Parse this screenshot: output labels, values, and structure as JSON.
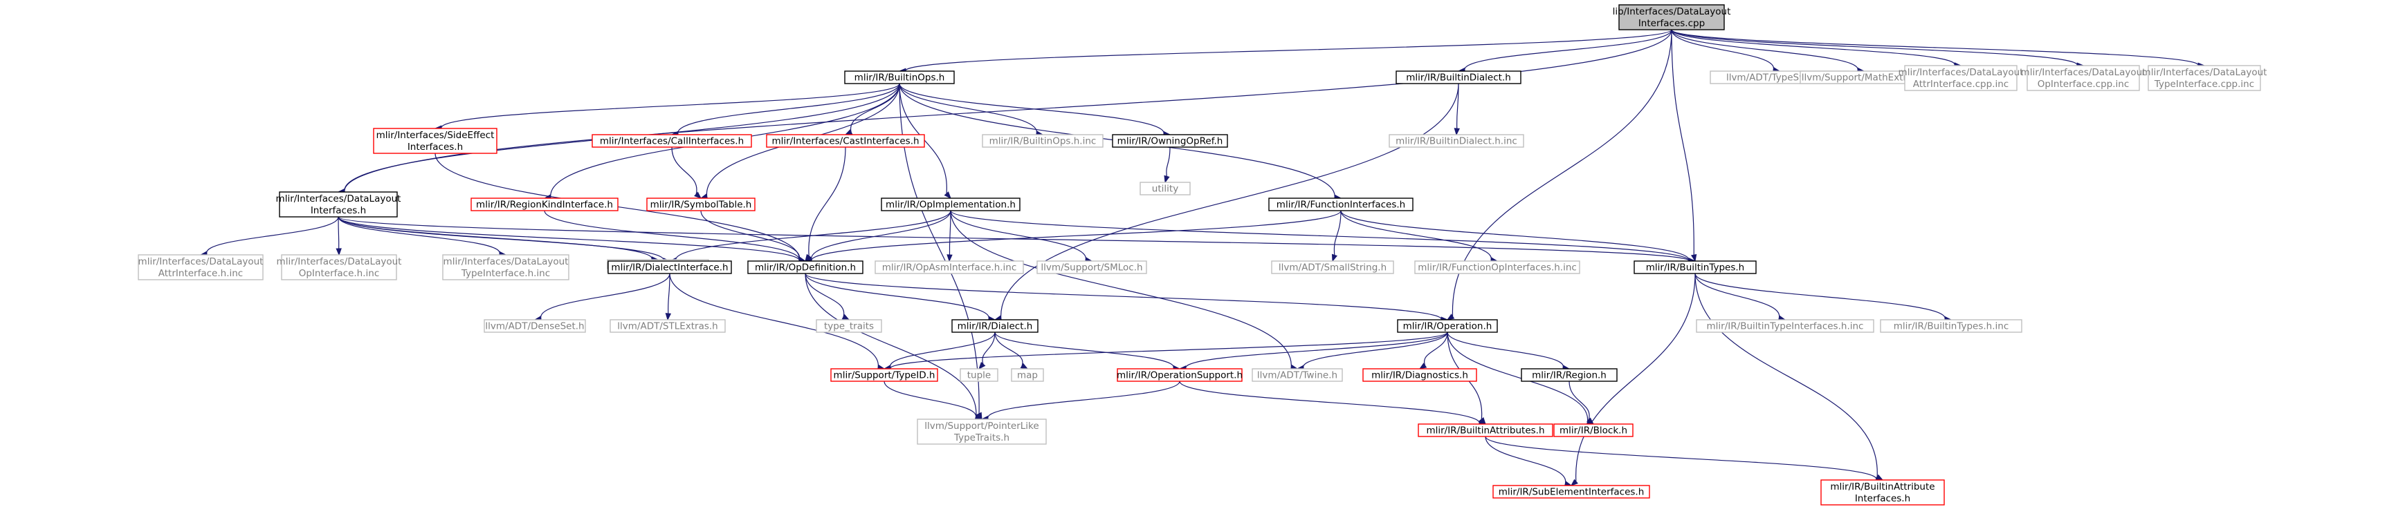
{
  "graph": {
    "nodes": [
      {
        "id": "root",
        "lines": [
          "lib/Interfaces/DataLayout",
          "Interfaces.cpp"
        ],
        "style": "root"
      },
      {
        "id": "builtinops",
        "lines": [
          "mlir/IR/BuiltinOps.h"
        ],
        "style": "black"
      },
      {
        "id": "builtindialect",
        "lines": [
          "mlir/IR/BuiltinDialect.h"
        ],
        "style": "black"
      },
      {
        "id": "typeswitch",
        "lines": [
          "llvm/ADT/TypeSwitch.h"
        ],
        "style": "gray"
      },
      {
        "id": "mathextras",
        "lines": [
          "llvm/Support/MathExtras.h"
        ],
        "style": "gray"
      },
      {
        "id": "dlattrinc",
        "lines": [
          "mlir/Interfaces/DataLayout",
          "AttrInterface.cpp.inc"
        ],
        "style": "gray"
      },
      {
        "id": "dlopinc",
        "lines": [
          "mlir/Interfaces/DataLayout",
          "OpInterface.cpp.inc"
        ],
        "style": "gray"
      },
      {
        "id": "dltypeinc",
        "lines": [
          "mlir/Interfaces/DataLayout",
          "TypeInterface.cpp.inc"
        ],
        "style": "gray"
      },
      {
        "id": "sideeffect",
        "lines": [
          "mlir/Interfaces/SideEffect",
          "Interfaces.h"
        ],
        "style": "red"
      },
      {
        "id": "callif",
        "lines": [
          "mlir/Interfaces/CallInterfaces.h"
        ],
        "style": "red"
      },
      {
        "id": "castif",
        "lines": [
          "mlir/Interfaces/CastInterfaces.h"
        ],
        "style": "red"
      },
      {
        "id": "builtinopsinc",
        "lines": [
          "mlir/IR/BuiltinOps.h.inc"
        ],
        "style": "gray"
      },
      {
        "id": "owningop",
        "lines": [
          "mlir/IR/OwningOpRef.h"
        ],
        "style": "black"
      },
      {
        "id": "builtindialectinc",
        "lines": [
          "mlir/IR/BuiltinDialect.h.inc"
        ],
        "style": "gray"
      },
      {
        "id": "utility",
        "lines": [
          "utility"
        ],
        "style": "gray"
      },
      {
        "id": "dlif",
        "lines": [
          "mlir/Interfaces/DataLayout",
          "Interfaces.h"
        ],
        "style": "black"
      },
      {
        "id": "regionkind",
        "lines": [
          "mlir/IR/RegionKindInterface.h"
        ],
        "style": "red"
      },
      {
        "id": "symboltable",
        "lines": [
          "mlir/IR/SymbolTable.h"
        ],
        "style": "red"
      },
      {
        "id": "opimpl",
        "lines": [
          "mlir/IR/OpImplementation.h"
        ],
        "style": "black"
      },
      {
        "id": "funcif",
        "lines": [
          "mlir/IR/FunctionInterfaces.h"
        ],
        "style": "black"
      },
      {
        "id": "densemap",
        "lines": [
          "llvm/ADT/DenseMap.h"
        ],
        "style": "gray"
      },
      {
        "id": "dlattrhinc",
        "lines": [
          "mlir/Interfaces/DataLayout",
          "AttrInterface.h.inc"
        ],
        "style": "gray"
      },
      {
        "id": "dlophinc",
        "lines": [
          "mlir/Interfaces/DataLayout",
          "OpInterface.h.inc"
        ],
        "style": "gray"
      },
      {
        "id": "dltypehinc",
        "lines": [
          "mlir/Interfaces/DataLayout",
          "TypeInterface.h.inc"
        ],
        "style": "gray"
      },
      {
        "id": "dialectif",
        "lines": [
          "mlir/IR/DialectInterface.h"
        ],
        "style": "black"
      },
      {
        "id": "opdef",
        "lines": [
          "mlir/IR/OpDefinition.h"
        ],
        "style": "black"
      },
      {
        "id": "opasmif",
        "lines": [
          "mlir/IR/OpAsmInterface.h.inc"
        ],
        "style": "gray"
      },
      {
        "id": "smloc",
        "lines": [
          "llvm/Support/SMLoc.h"
        ],
        "style": "gray"
      },
      {
        "id": "smallstring",
        "lines": [
          "llvm/ADT/SmallString.h"
        ],
        "style": "gray"
      },
      {
        "id": "funcopinc",
        "lines": [
          "mlir/IR/FunctionOpInterfaces.h.inc"
        ],
        "style": "gray"
      },
      {
        "id": "builtintypes",
        "lines": [
          "mlir/IR/BuiltinTypes.h"
        ],
        "style": "black"
      },
      {
        "id": "builtintypeif",
        "lines": [
          "mlir/IR/BuiltinTypeInterfaces.h.inc"
        ],
        "style": "gray"
      },
      {
        "id": "builtintypesinc",
        "lines": [
          "mlir/IR/BuiltinTypes.h.inc"
        ],
        "style": "gray"
      },
      {
        "id": "denseset",
        "lines": [
          "llvm/ADT/DenseSet.h"
        ],
        "style": "gray"
      },
      {
        "id": "stlextras",
        "lines": [
          "llvm/ADT/STLExtras.h"
        ],
        "style": "gray"
      },
      {
        "id": "typetraits",
        "lines": [
          "type_traits"
        ],
        "style": "gray"
      },
      {
        "id": "dialect",
        "lines": [
          "mlir/IR/Dialect.h"
        ],
        "style": "black"
      },
      {
        "id": "operation",
        "lines": [
          "mlir/IR/Operation.h"
        ],
        "style": "black"
      },
      {
        "id": "tuple",
        "lines": [
          "tuple"
        ],
        "style": "gray"
      },
      {
        "id": "map",
        "lines": [
          "map"
        ],
        "style": "gray"
      },
      {
        "id": "typeid",
        "lines": [
          "mlir/Support/TypeID.h"
        ],
        "style": "red"
      },
      {
        "id": "opsupport",
        "lines": [
          "mlir/IR/OperationSupport.h"
        ],
        "style": "red"
      },
      {
        "id": "twine",
        "lines": [
          "llvm/ADT/Twine.h"
        ],
        "style": "gray"
      },
      {
        "id": "diagnostics",
        "lines": [
          "mlir/IR/Diagnostics.h"
        ],
        "style": "red"
      },
      {
        "id": "region",
        "lines": [
          "mlir/IR/Region.h"
        ],
        "style": "black"
      },
      {
        "id": "pointerlike",
        "lines": [
          "llvm/Support/PointerLike",
          "TypeTraits.h"
        ],
        "style": "gray"
      },
      {
        "id": "builtinattrs",
        "lines": [
          "mlir/IR/BuiltinAttributes.h"
        ],
        "style": "red"
      },
      {
        "id": "block",
        "lines": [
          "mlir/IR/Block.h"
        ],
        "style": "red"
      },
      {
        "id": "subelement",
        "lines": [
          "mlir/IR/SubElementInterfaces.h"
        ],
        "style": "red"
      },
      {
        "id": "builtinattrif",
        "lines": [
          "mlir/IR/BuiltinAttribute",
          "Interfaces.h"
        ],
        "style": "red"
      }
    ],
    "edges": [
      [
        "root",
        "builtinops"
      ],
      [
        "root",
        "builtindialect"
      ],
      [
        "root",
        "typeswitch"
      ],
      [
        "root",
        "mathextras"
      ],
      [
        "root",
        "dlattrinc"
      ],
      [
        "root",
        "dlopinc"
      ],
      [
        "root",
        "dltypeinc"
      ],
      [
        "root",
        "dlif"
      ],
      [
        "root",
        "builtintypes"
      ],
      [
        "root",
        "operation"
      ],
      [
        "builtinops",
        "sideeffect"
      ],
      [
        "builtinops",
        "callif"
      ],
      [
        "builtinops",
        "castif"
      ],
      [
        "builtinops",
        "builtinopsinc"
      ],
      [
        "builtinops",
        "owningop"
      ],
      [
        "builtinops",
        "dlif"
      ],
      [
        "builtinops",
        "regionkind"
      ],
      [
        "builtinops",
        "symboltable"
      ],
      [
        "builtinops",
        "opimpl"
      ],
      [
        "builtinops",
        "funcif"
      ],
      [
        "builtinops",
        "pointerlike"
      ],
      [
        "builtindialect",
        "builtindialectinc"
      ],
      [
        "builtindialect",
        "dialect"
      ],
      [
        "owningop",
        "utility"
      ],
      [
        "callif",
        "symboltable"
      ],
      [
        "castif",
        "opdef"
      ],
      [
        "sideeffect",
        "opdef"
      ],
      [
        "regionkind",
        "opdef"
      ],
      [
        "symboltable",
        "opdef"
      ],
      [
        "dlif",
        "densemap"
      ],
      [
        "dlif",
        "dlattrhinc"
      ],
      [
        "dlif",
        "dlophinc"
      ],
      [
        "dlif",
        "dltypehinc"
      ],
      [
        "dlif",
        "dialectif"
      ],
      [
        "dlif",
        "opdef"
      ],
      [
        "dlif",
        "builtintypes"
      ],
      [
        "opimpl",
        "dialectif"
      ],
      [
        "opimpl",
        "opdef"
      ],
      [
        "opimpl",
        "opasmif"
      ],
      [
        "opimpl",
        "smloc"
      ],
      [
        "opimpl",
        "twine"
      ],
      [
        "opimpl",
        "builtintypes"
      ],
      [
        "funcif",
        "opdef"
      ],
      [
        "funcif",
        "smallstring"
      ],
      [
        "funcif",
        "funcopinc"
      ],
      [
        "funcif",
        "builtintypes"
      ],
      [
        "builtintypes",
        "builtintypeif"
      ],
      [
        "builtintypes",
        "builtintypesinc"
      ],
      [
        "builtintypes",
        "subelement"
      ],
      [
        "builtintypes",
        "builtinattrif"
      ],
      [
        "dialectif",
        "denseset"
      ],
      [
        "dialectif",
        "stlextras"
      ],
      [
        "dialectif",
        "typeid"
      ],
      [
        "opdef",
        "typetraits"
      ],
      [
        "opdef",
        "dialect"
      ],
      [
        "opdef",
        "operation"
      ],
      [
        "opdef",
        "pointerlike"
      ],
      [
        "dialect",
        "typeid"
      ],
      [
        "dialect",
        "tuple"
      ],
      [
        "dialect",
        "map"
      ],
      [
        "dialect",
        "opsupport"
      ],
      [
        "operation",
        "typeid"
      ],
      [
        "operation",
        "opsupport"
      ],
      [
        "operation",
        "twine"
      ],
      [
        "operation",
        "diagnostics"
      ],
      [
        "operation",
        "region"
      ],
      [
        "operation",
        "builtinattrs"
      ],
      [
        "operation",
        "block"
      ],
      [
        "typeid",
        "pointerlike"
      ],
      [
        "opsupport",
        "pointerlike"
      ],
      [
        "opsupport",
        "builtinattrs"
      ],
      [
        "region",
        "block"
      ],
      [
        "builtinattrs",
        "subelement"
      ],
      [
        "builtinattrs",
        "builtinattrif"
      ]
    ]
  },
  "colors": {
    "edge": "#191970",
    "black_border": "#000000",
    "red_border": "#ff0000",
    "gray_border": "#bfbfbf",
    "gray_text": "#7f7f7f",
    "root_fill": "#bfbfbf",
    "text": "#000000"
  }
}
